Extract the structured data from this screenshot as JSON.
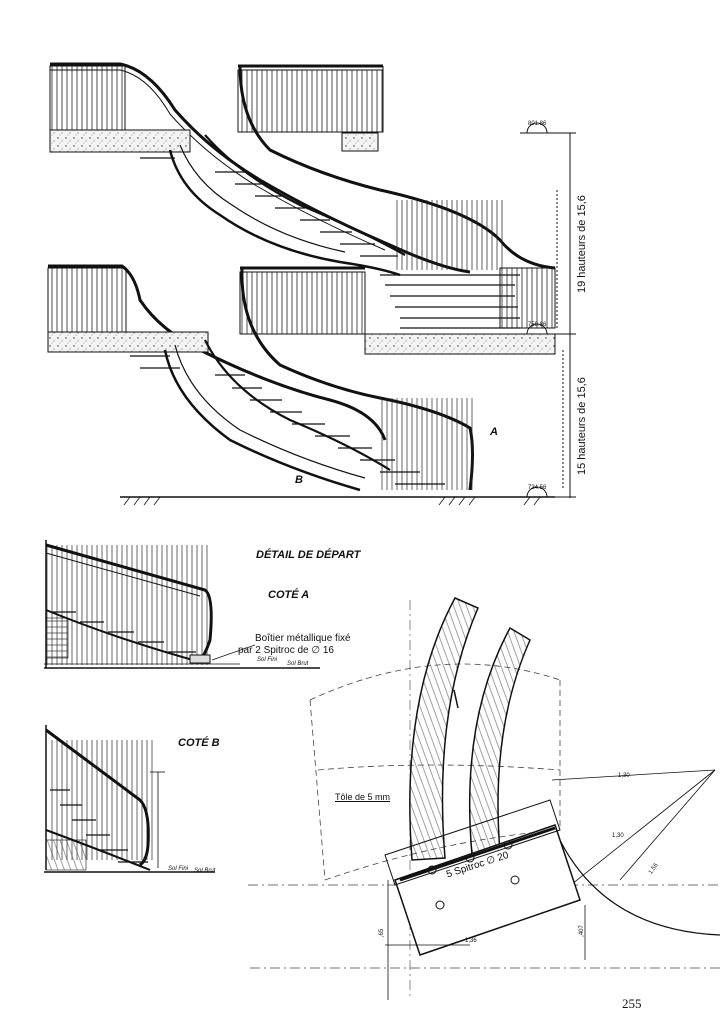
{
  "elevation": {
    "upper_flight_label": "19 hauteurs de 15,6",
    "lower_flight_label": "15 hauteurs de 15,6",
    "marker_a": "A",
    "marker_b": "B",
    "level_top": "801.86",
    "level_mid": "758.86",
    "level_bottom": "734.56"
  },
  "detail": {
    "title": "DÉTAIL DE DÉPART",
    "side_a": "COTÉ A",
    "side_b": "COTÉ B",
    "box_note_line1": "Boîtier métallique fixé",
    "box_note_line2": "par 2 Spitroc de ∅ 16",
    "sol_fini": "Sol Fini",
    "sol_brut": "Sol Brut"
  },
  "plan": {
    "plate_label": "Tôle de 5 mm",
    "anchor_label": "5 Spitroc ∅ 20",
    "dim_1": "1,30",
    "dim_2": "1,30",
    "dim_3": "1,56",
    "dim_4": ",407",
    "dim_5": ",65",
    "dim_6": "1,36"
  },
  "page_number": "255"
}
